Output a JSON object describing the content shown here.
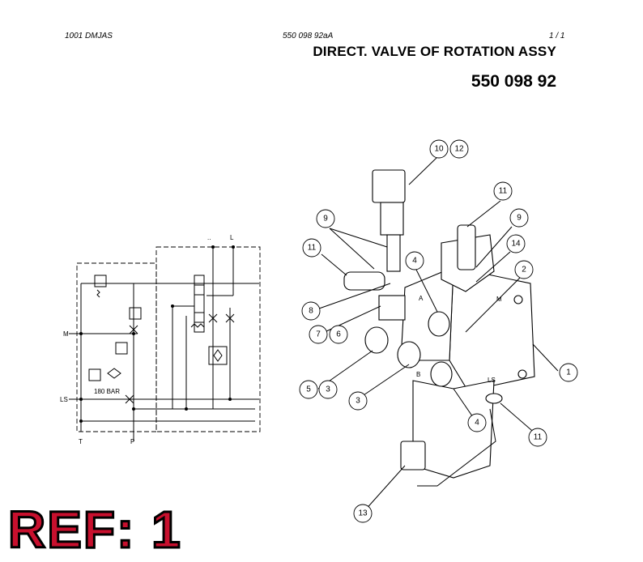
{
  "header": {
    "doc_code": "1001 DMJAS",
    "drawing_ref": "550 098 92aA",
    "page": "1 /  1"
  },
  "title": "DIRECT. VALVE OF ROTATION ASSY",
  "part_number": "550 098 92",
  "ref_stamp": "REF: 1",
  "schematic": {
    "port_m": "M",
    "port_ls": "LS",
    "port_t": "T",
    "port_p": "P",
    "port_l": "L",
    "port_dots": "..",
    "relief_setting": "180 BAR"
  },
  "assembly": {
    "label_a": "A",
    "label_b": "B",
    "label_m": "M",
    "label_ls": "LS"
  },
  "callouts": [
    "10",
    "12",
    "11",
    "9",
    "11",
    "4",
    "14",
    "2",
    "9",
    "8",
    "7",
    "6",
    "1",
    "5",
    "3",
    "3",
    "4",
    "11",
    "13"
  ]
}
